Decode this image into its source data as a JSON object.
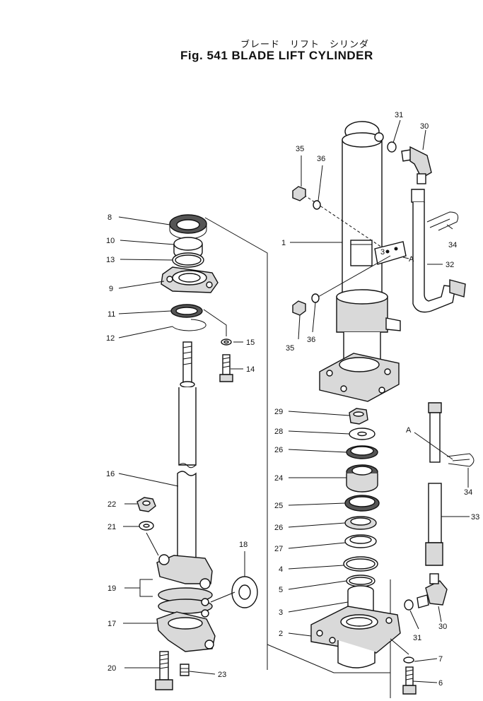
{
  "title_jp": "ブレード　リフト　シリンダ",
  "title_en": "Fig. 541  BLADE LIFT CYLINDER",
  "labels": {
    "p1": "1",
    "p2": "2",
    "p3": "3",
    "p4": "4",
    "p5": "5",
    "p6": "6",
    "p7": "7",
    "p8": "8",
    "p9": "9",
    "p10": "10",
    "p11": "11",
    "p12": "12",
    "p13": "13",
    "p14": "14",
    "p15": "15",
    "p16": "16",
    "p17": "17",
    "p18": "18",
    "p19": "19",
    "p20": "20",
    "p21": "21",
    "p22": "22",
    "p23": "23",
    "p24": "24",
    "p25": "25",
    "p26a": "26",
    "p26b": "26",
    "p27": "27",
    "p28": "28",
    "p29": "29",
    "p30a": "30",
    "p30b": "30",
    "p31a": "31",
    "p31b": "31",
    "p32": "32",
    "p33": "33",
    "p34a": "34",
    "p34b": "34",
    "p35a": "35",
    "p35b": "35",
    "p36a": "36",
    "p36b": "36",
    "refA1": "A",
    "refA2": "A",
    "tag3": "3"
  }
}
